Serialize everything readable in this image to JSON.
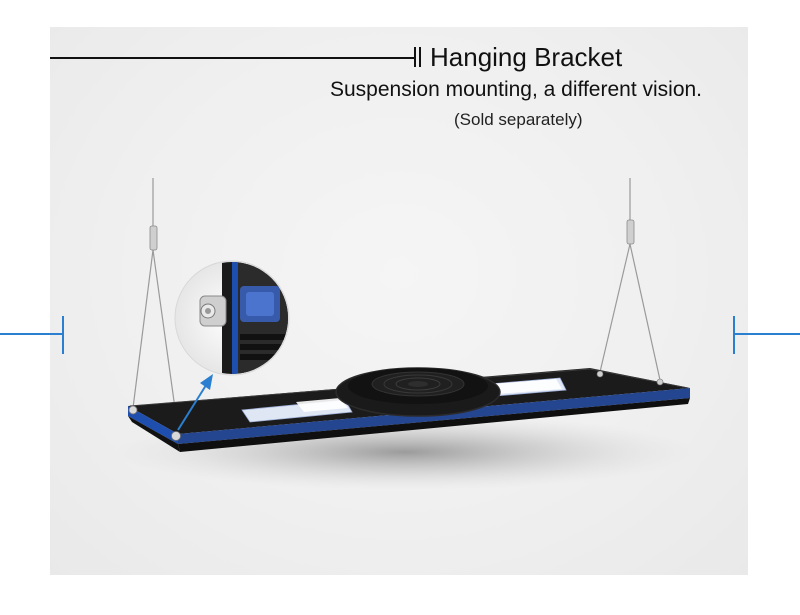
{
  "heading": {
    "title": "Hanging Bracket",
    "subtitle": "Suspension mounting, a different vision.",
    "note": "(Sold separately)"
  },
  "colors": {
    "accent_blue": "#2a7fd0",
    "fixture_body": "#161616",
    "fixture_edge": "#1f4fae",
    "panel_background": "#f0f0f0"
  },
  "icons": {
    "fan": "fan-icon",
    "marker": "width-marker-icon",
    "arrow": "callout-arrow-icon"
  }
}
